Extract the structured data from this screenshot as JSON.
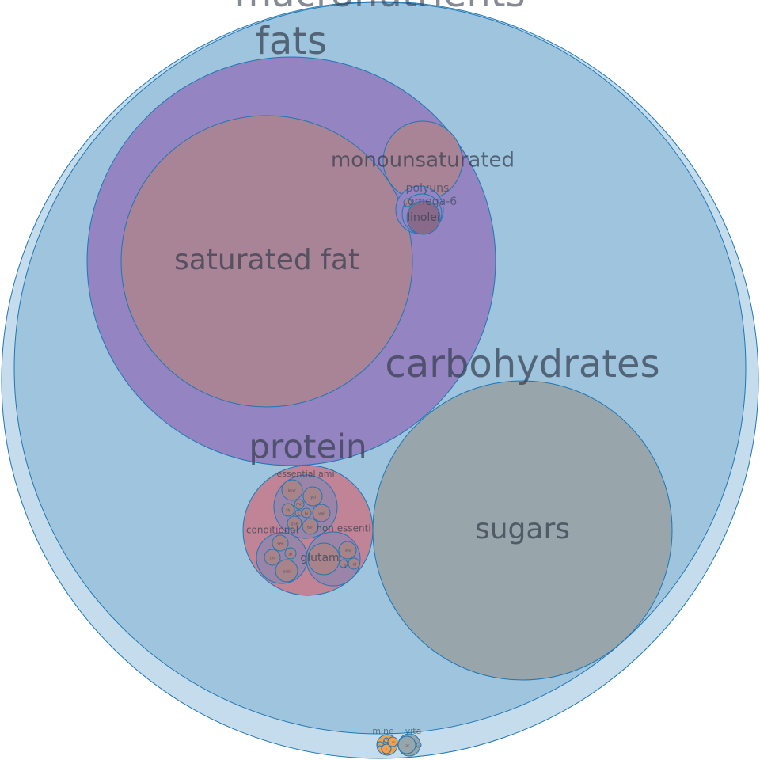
{
  "colors": {
    "stroke": "#1f77b4",
    "root": "#c5dcec",
    "macronutrients": "#9ec4de",
    "fats": "#9484c1",
    "fat_children": "#a88496",
    "linoleic": "#8a6a8a",
    "sugars": "#98a5ab",
    "protein": "#c08496",
    "amino_groups": "#9a84a8",
    "amino_leaf": "#a8848a",
    "minerals": "#f0a050",
    "vitamins": "#98a5ab",
    "label": "#333c4c"
  },
  "nodes": {
    "macronutrients": "macronutrients",
    "fats": "fats",
    "saturated": "saturated fat",
    "monounsaturated": "monounsaturated",
    "polyunsaturated": "polyuns",
    "omega6": "omega-6",
    "linoleic": "linolei",
    "p": "p",
    "carbohydrates": "carbohydrates",
    "sugars": "sugars",
    "protein": "protein",
    "essential": "essential ami",
    "leuc": "leuc",
    "lysi": "lysi",
    "me": "me",
    "th": "th",
    "t": "t",
    "hi": "hi",
    "val": "val",
    "phe": "phe",
    "iso": "iso",
    "conditional": "conditional",
    "ser": "ser",
    "ar": "ar",
    "tyr": "tyr",
    "prol": "prol",
    "nonessential": "non essenti",
    "glutam": "glutam",
    "asp": "asp",
    "g": "g",
    "al": "al",
    "minerals": "mine",
    "vitamins": "vita",
    "m_p": "p",
    "m_c": "c",
    "m_k": "k",
    "m_so": "so",
    "m_p2": "p",
    "car": "car",
    "v_k": "k"
  }
}
